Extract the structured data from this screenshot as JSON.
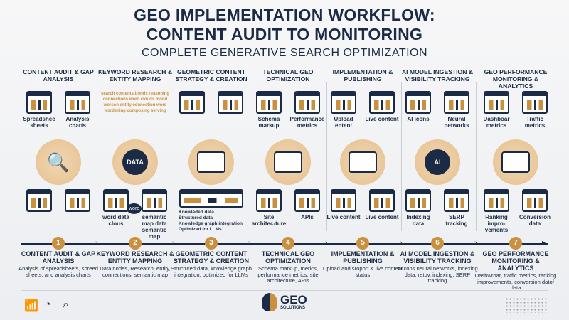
{
  "title_line1": "GEO IMPLEMENTATION WORKFLOW:",
  "title_line2": "CONTENT AUDIT TO MONITORING",
  "subtitle": "COMPLETE GENERATIVE SEARCH OPTIMIZATION",
  "colors": {
    "navy": "#1c2b45",
    "gold": "#c8903f",
    "hub": "#e9c79a"
  },
  "columns": [
    {
      "header": "CONTENT AUDIT & GAP ANALYSIS",
      "top": [
        "Spreadshee sheets",
        "Analysis charts"
      ],
      "hub_icon": "magnifier-icon",
      "hub": "",
      "bottom": [
        "",
        ""
      ]
    },
    {
      "header": "KEYWORD RESEARCH & ENTITY MAPPING",
      "top": [
        "search contents bonds reasoning connections word clouds mond worson entity connection word wordening composing serving"
      ],
      "hub": "DATA",
      "bottom": [
        "word data clous",
        "semantic map data semantic map"
      ],
      "center_node": "word"
    },
    {
      "header": "GEOMETRIC CONTENT STRATEGY & CREATION",
      "top": [
        "",
        ""
      ],
      "hub": "",
      "bottom": [
        "",
        ""
      ],
      "bullets": [
        "Knowleded data",
        "Structured data",
        "Knowledge graph integration",
        "Optimized for LLMs"
      ]
    },
    {
      "header": "TECHNICAL GEO OPTIMIZATION",
      "top": [
        "Schema markup",
        "Performance metrics"
      ],
      "hub": "",
      "bottom": [
        "Site architec-ture",
        "APIs"
      ]
    },
    {
      "header": "IMPLEMENTATION & PUBLISHING",
      "top": [
        "Upload entent",
        "Live content"
      ],
      "hub": "",
      "bottom": [
        "Live content",
        "Live content"
      ]
    },
    {
      "header": "AI MODEL INGESTION & VISIBILITY TRACKING",
      "top": [
        "AI icons",
        "Neural networks"
      ],
      "hub": "AI",
      "bottom": [
        "Indexing data",
        "SERP tracking"
      ]
    },
    {
      "header": "GEO PERFORMANCE MONITORING & ANALYTICS",
      "top": [
        "Dashboar metrics",
        "Traffic metrics"
      ],
      "hub": "",
      "bottom": [
        "Ranking impro-vements",
        "Conversion data"
      ]
    }
  ],
  "steps": [
    {
      "n": "1",
      "title": "CONTENT AUDIT & GAP ANALYSIS",
      "desc": "Analysis of spreadsheets, spreed sheets, and analysis charts"
    },
    {
      "n": "2",
      "title": "KEYWORD RESEARCH & ENTITY MAPPING",
      "desc": "Data nodes, Research, entity, connections, semantic map"
    },
    {
      "n": "3",
      "title": "GEOMETRIC CONTENT STRATEGY & CREATION",
      "desc": "Structured data, knowledge graph integration, optimized for LLMs"
    },
    {
      "n": "4",
      "title": "TECHNICAL GEO OPTIMIZATION",
      "desc": "Schema markup, merics, performance metrics, site architecture, APIs"
    },
    {
      "n": "5",
      "title": "IMPLEMENTATION & PUBLISHING",
      "desc": "Upload and sroport & live content status"
    },
    {
      "n": "6",
      "title": "AI MODEL INGESTION & VISIBILITY TRACKING",
      "desc": "AI cons neural networks, indexing data, retbv, indexing, SERP tracking"
    },
    {
      "n": "7",
      "title": "GEO PERFORMANCE MONITORING & ANALYTICS",
      "desc": "Dashwroar, traffic metrics, ranking improvements, conversion datof data"
    }
  ],
  "footer": {
    "logo_main": "GEO",
    "logo_sub": "SOLUTIONS",
    "icons": [
      "bar-chart-icon",
      "pie-chart-icon",
      "trend-search-icon"
    ]
  }
}
